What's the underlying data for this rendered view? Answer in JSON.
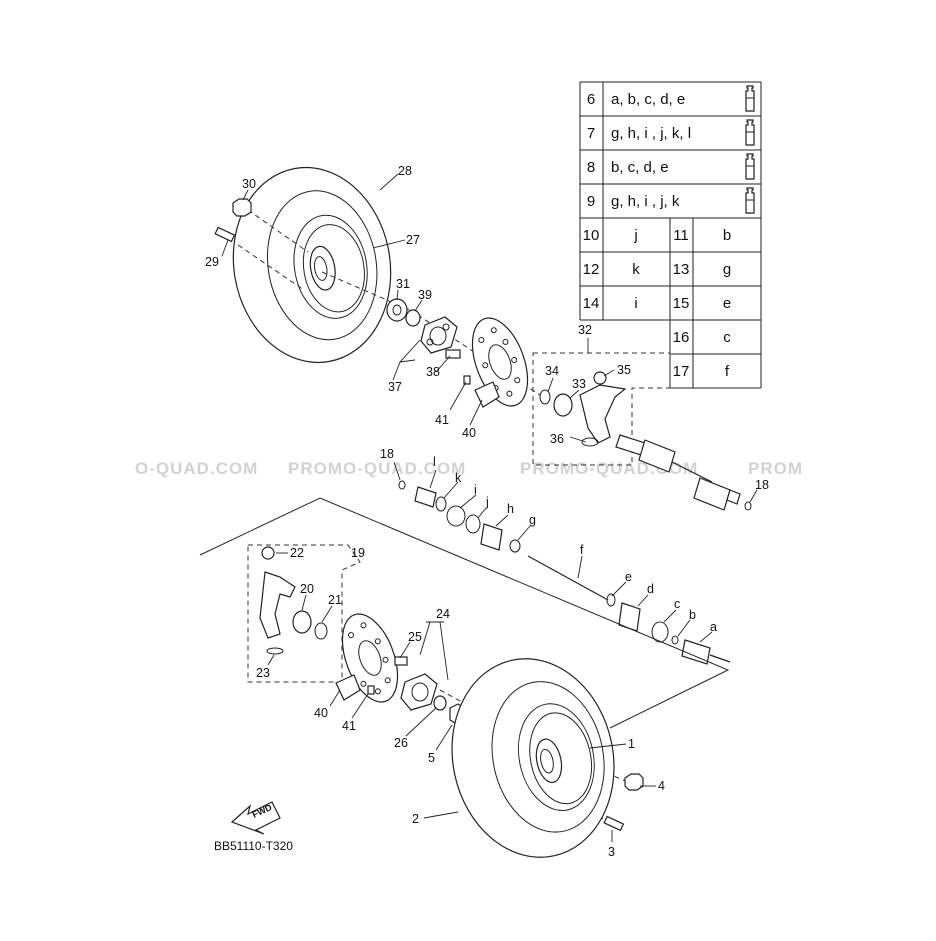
{
  "table": {
    "rows": [
      {
        "num": "6",
        "letters": "a, b, c, d, e",
        "icon": "grease-tube-icon"
      },
      {
        "num": "7",
        "letters": "g, h, i , j, k, l",
        "icon": "grease-tube-icon"
      },
      {
        "num": "8",
        "letters": "b, c, d, e",
        "icon": "grease-tube-icon"
      },
      {
        "num": "9",
        "letters": "g, h, i , j, k",
        "icon": "grease-tube-icon"
      }
    ],
    "pairs_left": [
      {
        "num": "10",
        "letter": "j"
      },
      {
        "num": "12",
        "letter": "k"
      },
      {
        "num": "14",
        "letter": "i"
      }
    ],
    "pairs_right": [
      {
        "num": "11",
        "letter": "b"
      },
      {
        "num": "13",
        "letter": "g"
      },
      {
        "num": "15",
        "letter": "e"
      },
      {
        "num": "16",
        "letter": "c"
      },
      {
        "num": "17",
        "letter": "f"
      }
    ]
  },
  "labels": {
    "n1": "1",
    "n2": "2",
    "n3": "3",
    "n4": "4",
    "n5": "5",
    "n18a": "18",
    "n18b": "18",
    "n19": "19",
    "n20": "20",
    "n21": "21",
    "n22": "22",
    "n23": "23",
    "n24": "24",
    "n25": "25",
    "n26": "26",
    "n27": "27",
    "n28": "28",
    "n29": "29",
    "n30": "30",
    "n31": "31",
    "n32": "32",
    "n33": "33",
    "n34": "34",
    "n35": "35",
    "n36": "36",
    "n37": "37",
    "n38": "38",
    "n39": "39",
    "n40a": "40",
    "n40b": "40",
    "n41a": "41",
    "n41b": "41",
    "la": "a",
    "lb": "b",
    "lc": "c",
    "ld": "d",
    "le": "e",
    "lf": "f",
    "lg": "g",
    "lh": "h",
    "li": "i",
    "lj": "j",
    "lk": "k",
    "ll": "l"
  },
  "watermark": {
    "w1": "O-QUAD.COM",
    "w2": "PROMO-QUAD.COM",
    "w3": "PROMO-QUAD.COM",
    "w4": "PROM"
  },
  "fwd_label": "FWD",
  "diagram_code": "BB51110-T320"
}
